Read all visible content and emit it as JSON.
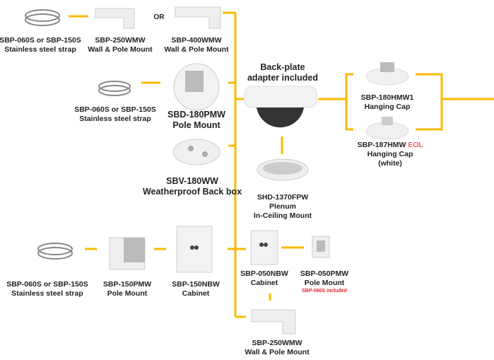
{
  "colors": {
    "connector": "#fbb900",
    "label": "#222222",
    "eol": "#e8202a",
    "product": "#eeeeee"
  },
  "or_label": "OR",
  "top_row": {
    "strap": {
      "model": "SBP-060S or SBP-150S",
      "desc": "Stainless steel strap"
    },
    "wall_mount_a": {
      "model": "SBP-250WMW",
      "desc": "Wall & Pole Mount"
    },
    "wall_mount_b": {
      "model": "SBP-400WMW",
      "desc": "Wall & Pole Mount"
    }
  },
  "pole_row": {
    "strap": {
      "model": "SBP-060S or SBP-150S",
      "desc": "Stainless steel strap"
    },
    "pole_mount": {
      "model": "SBD-180PMW",
      "desc": "Pole Mount"
    }
  },
  "back_box": {
    "model": "SBV-180WW",
    "desc": "Weatherproof Back box"
  },
  "camera": {
    "line1": "Back-plate",
    "line2": "adapter included"
  },
  "plenum": {
    "model": "SHD-1370FPW",
    "desc1": "Plenum",
    "desc2": "In-Ceiling Mount"
  },
  "hanging_caps": [
    {
      "model": "SBP-180HMW1",
      "desc": "Hanging Cap"
    },
    {
      "model": "SBP-187HMW",
      "badge": "EOL",
      "desc": "Hanging Cap",
      "desc2": "(white)"
    }
  ],
  "bottom_row": {
    "strap": {
      "model": "SBP-060S or SBP-150S",
      "desc": "Stainless steel strap"
    },
    "pole_mount": {
      "model": "SBP-150PMW",
      "desc": "Pole Mount"
    },
    "cabinet": {
      "model": "SBP-150NBW",
      "desc": "Cabinet"
    },
    "small_cabinet": {
      "model": "SBP-050NBW",
      "desc": "Cabinet"
    },
    "small_pole_mount": {
      "model": "SBP-050PMW",
      "desc": "Pole Mount",
      "note": "SBP-060S included"
    },
    "wall_mount": {
      "model": "SBP-250WMW",
      "desc": "Wall & Pole Mount"
    }
  }
}
